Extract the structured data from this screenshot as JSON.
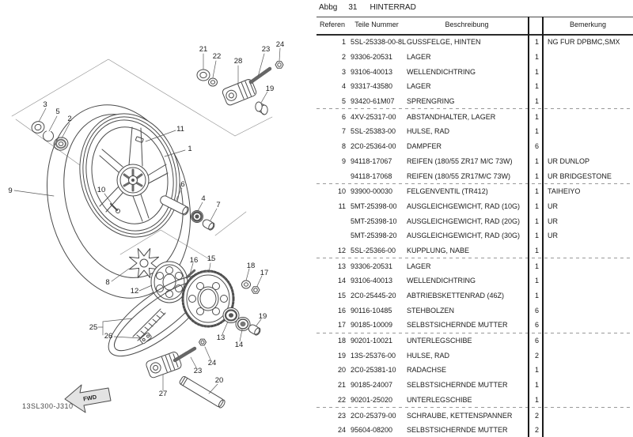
{
  "figure": {
    "code": "13SL300-J310",
    "fwd_label": "FWD",
    "callouts": [
      "21",
      "22",
      "28",
      "23",
      "24",
      "19",
      "3",
      "5",
      "2",
      "9",
      "10",
      "11",
      "1",
      "6",
      "4",
      "7",
      "8",
      "12",
      "16",
      "15",
      "18",
      "17",
      "13",
      "14",
      "19",
      "25",
      "26",
      "23",
      "24",
      "27",
      "20"
    ]
  },
  "table": {
    "title": {
      "prefix": "Abbg",
      "number": "31",
      "name": "HINTERRAD"
    },
    "columns": {
      "ref": "Referen",
      "part": "Teile Nummer",
      "desc": "Beschreibung",
      "qty": "",
      "note": "Bemerkung"
    },
    "rows": [
      {
        "ref": "1",
        "part": "5SL-25338-00-8L",
        "desc": "GUSSFELGE, HINTEN",
        "qty": "1",
        "note": "NG FUR DPBMC,SMX",
        "sep": false
      },
      {
        "ref": "2",
        "part": "93306-20531",
        "desc": "LAGER",
        "qty": "1",
        "note": "",
        "sep": false
      },
      {
        "ref": "3",
        "part": "93106-40013",
        "desc": "WELLENDICHTRING",
        "qty": "1",
        "note": "",
        "sep": false
      },
      {
        "ref": "4",
        "part": "93317-43580",
        "desc": "LAGER",
        "qty": "1",
        "note": "",
        "sep": false
      },
      {
        "ref": "5",
        "part": "93420-61M07",
        "desc": "SPRENGRING",
        "qty": "1",
        "note": "",
        "sep": false
      },
      {
        "ref": "6",
        "part": "4XV-25317-00",
        "desc": "ABSTANDHALTER, LAGER",
        "qty": "1",
        "note": "",
        "sep": true
      },
      {
        "ref": "7",
        "part": "5SL-25383-00",
        "desc": "HULSE, RAD",
        "qty": "1",
        "note": "",
        "sep": false
      },
      {
        "ref": "8",
        "part": "2C0-25364-00",
        "desc": "DAMPFER",
        "qty": "6",
        "note": "",
        "sep": false
      },
      {
        "ref": "9",
        "part": "94118-17067",
        "desc": "REIFEN (180/55 ZR17 M/C 73W)",
        "qty": "1",
        "note": "UR DUNLOP",
        "sep": false
      },
      {
        "ref": "",
        "part": "94118-17068",
        "desc": "REIFEN (180/55 ZR17M/C 73W)",
        "qty": "1",
        "note": "UR BRIDGESTONE",
        "sep": false
      },
      {
        "ref": "10",
        "part": "93900-00030",
        "desc": "FELGENVENTIL (TR412)",
        "qty": "1",
        "note": "TAIHEIYO",
        "sep": true
      },
      {
        "ref": "11",
        "part": "5MT-25398-00",
        "desc": "AUSGLEICHGEWICHT, RAD (10G)",
        "qty": "1",
        "note": "UR",
        "sep": false
      },
      {
        "ref": "",
        "part": "5MT-25398-10",
        "desc": "AUSGLEICHGEWICHT, RAD (20G)",
        "qty": "1",
        "note": "UR",
        "sep": false
      },
      {
        "ref": "",
        "part": "5MT-25398-20",
        "desc": "AUSGLEICHGEWICHT, RAD (30G)",
        "qty": "1",
        "note": "UR",
        "sep": false
      },
      {
        "ref": "12",
        "part": "5SL-25366-00",
        "desc": "KUPPLUNG, NABE",
        "qty": "1",
        "note": "",
        "sep": false
      },
      {
        "ref": "13",
        "part": "93306-20531",
        "desc": "LAGER",
        "qty": "1",
        "note": "",
        "sep": true
      },
      {
        "ref": "14",
        "part": "93106-40013",
        "desc": "WELLENDICHTRING",
        "qty": "1",
        "note": "",
        "sep": false
      },
      {
        "ref": "15",
        "part": "2C0-25445-20",
        "desc": "ABTRIEBSKETTENRAD (46Z)",
        "qty": "1",
        "note": "",
        "sep": false
      },
      {
        "ref": "16",
        "part": "90116-10485",
        "desc": "STEHBOLZEN",
        "qty": "6",
        "note": "",
        "sep": false
      },
      {
        "ref": "17",
        "part": "90185-10009",
        "desc": "SELBSTSICHERNDE MUTTER",
        "qty": "6",
        "note": "",
        "sep": false
      },
      {
        "ref": "18",
        "part": "90201-10021",
        "desc": "UNTERLEGSCHIBE",
        "qty": "6",
        "note": "",
        "sep": true
      },
      {
        "ref": "19",
        "part": "13S-25376-00",
        "desc": "HULSE, RAD",
        "qty": "2",
        "note": "",
        "sep": false
      },
      {
        "ref": "20",
        "part": "2C0-25381-10",
        "desc": "RADACHSE",
        "qty": "1",
        "note": "",
        "sep": false
      },
      {
        "ref": "21",
        "part": "90185-24007",
        "desc": "SELBSTSICHERNDE MUTTER",
        "qty": "1",
        "note": "",
        "sep": false
      },
      {
        "ref": "22",
        "part": "90201-25020",
        "desc": "UNTERLEGSCHIBE",
        "qty": "1",
        "note": "",
        "sep": false
      },
      {
        "ref": "23",
        "part": "2C0-25379-00",
        "desc": "SCHRAUBE, KETTENSPANNER",
        "qty": "2",
        "note": "",
        "sep": true
      },
      {
        "ref": "24",
        "part": "95604-08200",
        "desc": "SELBSTSICHERNDE MUTTER",
        "qty": "2",
        "note": "",
        "sep": false
      }
    ]
  }
}
